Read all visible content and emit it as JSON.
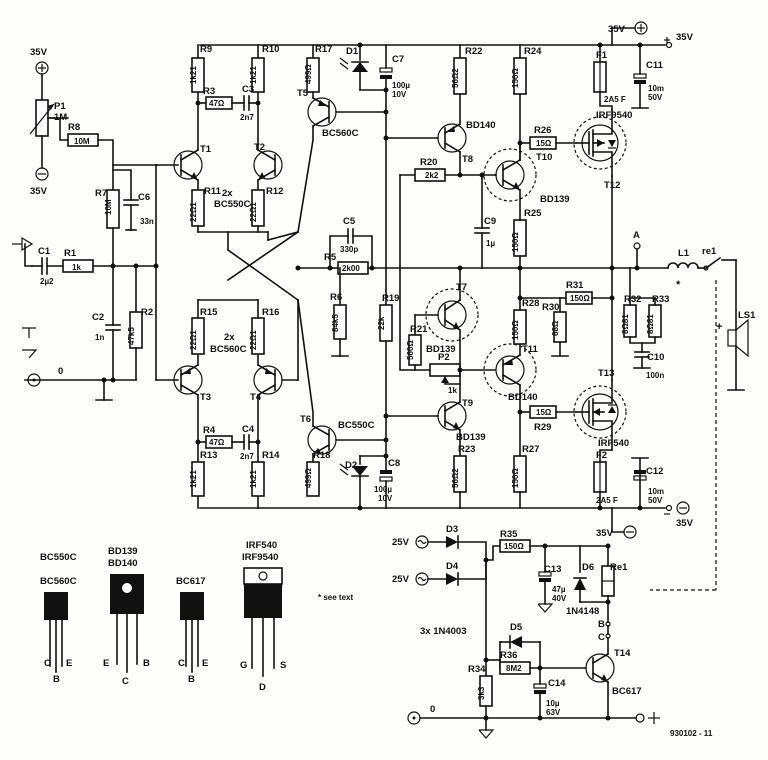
{
  "supply": {
    "p35": "35V",
    "n35": "35V",
    "ac25": "25V",
    "ground0": "0"
  },
  "transistors": {
    "T1": "T1",
    "T2": "T2",
    "T3": "T3",
    "T4": "T4",
    "T5": "T5",
    "T6": "T6",
    "T7": "T7",
    "T8": "T8",
    "T9": "T9",
    "T10": "T10",
    "T11": "T11",
    "T12": "T12",
    "T13": "T13",
    "T14": "T14",
    "pair_top": "2x",
    "pair_top_type": "BC550C",
    "pair_bot": "2x",
    "pair_bot_type": "BC560C",
    "t5_type": "BC560C",
    "t6_type": "BC550C",
    "t7_type": "BD139",
    "t8_type": "BD140",
    "t9_type": "BD139",
    "t10_type": "BD139",
    "t11_type": "BD140",
    "t12_type": "IRF9540",
    "t13_type": "IRF540",
    "t14_type": "BC617"
  },
  "resistors": [
    {
      "ref": "R1",
      "val": "1k"
    },
    {
      "ref": "R2",
      "val": "47k5"
    },
    {
      "ref": "R3",
      "val": "47Ω"
    },
    {
      "ref": "R4",
      "val": "47Ω"
    },
    {
      "ref": "R5",
      "val": "2k00"
    },
    {
      "ref": "R6",
      "val": "84k5"
    },
    {
      "ref": "R7",
      "val": "10M"
    },
    {
      "ref": "R8",
      "val": "10M"
    },
    {
      "ref": "R9",
      "val": "1k21"
    },
    {
      "ref": "R10",
      "val": "1k21"
    },
    {
      "ref": "R11",
      "val": "22Ω1"
    },
    {
      "ref": "R12",
      "val": "22Ω1"
    },
    {
      "ref": "R13",
      "val": "1k21"
    },
    {
      "ref": "R14",
      "val": "1k21"
    },
    {
      "ref": "R15",
      "val": "22Ω1"
    },
    {
      "ref": "R16",
      "val": "22Ω1"
    },
    {
      "ref": "R17",
      "val": "499Ω"
    },
    {
      "ref": "R18",
      "val": "499Ω"
    },
    {
      "ref": "R19",
      "val": "22k"
    },
    {
      "ref": "R20",
      "val": "2k2"
    },
    {
      "ref": "R21",
      "val": "560Ω"
    },
    {
      "ref": "R22",
      "val": "56Ω2"
    },
    {
      "ref": "R23",
      "val": "56Ω2"
    },
    {
      "ref": "R24",
      "val": "150Ω"
    },
    {
      "ref": "R25",
      "val": "150Ω"
    },
    {
      "ref": "R26",
      "val": "15Ω"
    },
    {
      "ref": "R27",
      "val": "150Ω"
    },
    {
      "ref": "R28",
      "val": "150Ω"
    },
    {
      "ref": "R29",
      "val": "15Ω"
    },
    {
      "ref": "R30",
      "val": "68Ω"
    },
    {
      "ref": "R31",
      "val": "150Ω"
    },
    {
      "ref": "R32",
      "val": "8Ω81"
    },
    {
      "ref": "R33",
      "val": "8Ω81"
    },
    {
      "ref": "R34",
      "val": "3k3"
    },
    {
      "ref": "R35",
      "val": "150Ω"
    },
    {
      "ref": "R36",
      "val": "8M2"
    }
  ],
  "capacitors": [
    {
      "ref": "C1",
      "val": "2µ2"
    },
    {
      "ref": "C2",
      "val": "1n"
    },
    {
      "ref": "C3",
      "val": "2n7"
    },
    {
      "ref": "C4",
      "val": "2n7"
    },
    {
      "ref": "C5",
      "val": "330p"
    },
    {
      "ref": "C6",
      "val": "33n"
    },
    {
      "ref": "C7",
      "val": "100µ",
      "volt": "10V"
    },
    {
      "ref": "C8",
      "val": "100µ",
      "volt": "10V"
    },
    {
      "ref": "C9",
      "val": "1µ"
    },
    {
      "ref": "C10",
      "val": "100n"
    },
    {
      "ref": "C11",
      "val": "10m",
      "volt": "50V"
    },
    {
      "ref": "C12",
      "val": "10m",
      "volt": "50V"
    },
    {
      "ref": "C13",
      "val": "47µ",
      "volt": "40V"
    },
    {
      "ref": "C14",
      "val": "10µ",
      "volt": "63V"
    }
  ],
  "others": {
    "P1": "P1",
    "P1v": "1M",
    "P2": "P2",
    "P2v": "1k",
    "D1": "D1",
    "D2": "D2",
    "D3": "D3",
    "D4": "D4",
    "D5": "D5",
    "D6": "D6",
    "d6type": "1N4148",
    "diodes_note": "3x 1N4003",
    "F1": "F1",
    "F2": "F2",
    "fuse": "2A5 F",
    "L1": "L1",
    "re1": "re1",
    "Re1": "Re1",
    "LS1": "LS1",
    "nodeA": "A",
    "nodeB": "B",
    "nodeC": "C",
    "star": "*"
  },
  "packages": [
    {
      "title1": "BC550C",
      "title2": "BC560C",
      "pins": [
        "C",
        "B",
        "E"
      ]
    },
    {
      "title1": "BD139",
      "title2": "BD140",
      "pins": [
        "E",
        "C",
        "B"
      ]
    },
    {
      "title1": "BC617",
      "title2": "",
      "pins": [
        "C",
        "B",
        "E"
      ]
    },
    {
      "title1": "IRF540",
      "title2": "IRF9540",
      "pins": [
        "G",
        "D",
        "S"
      ]
    }
  ],
  "note": "* see text",
  "figure_id": "930102 - 11"
}
